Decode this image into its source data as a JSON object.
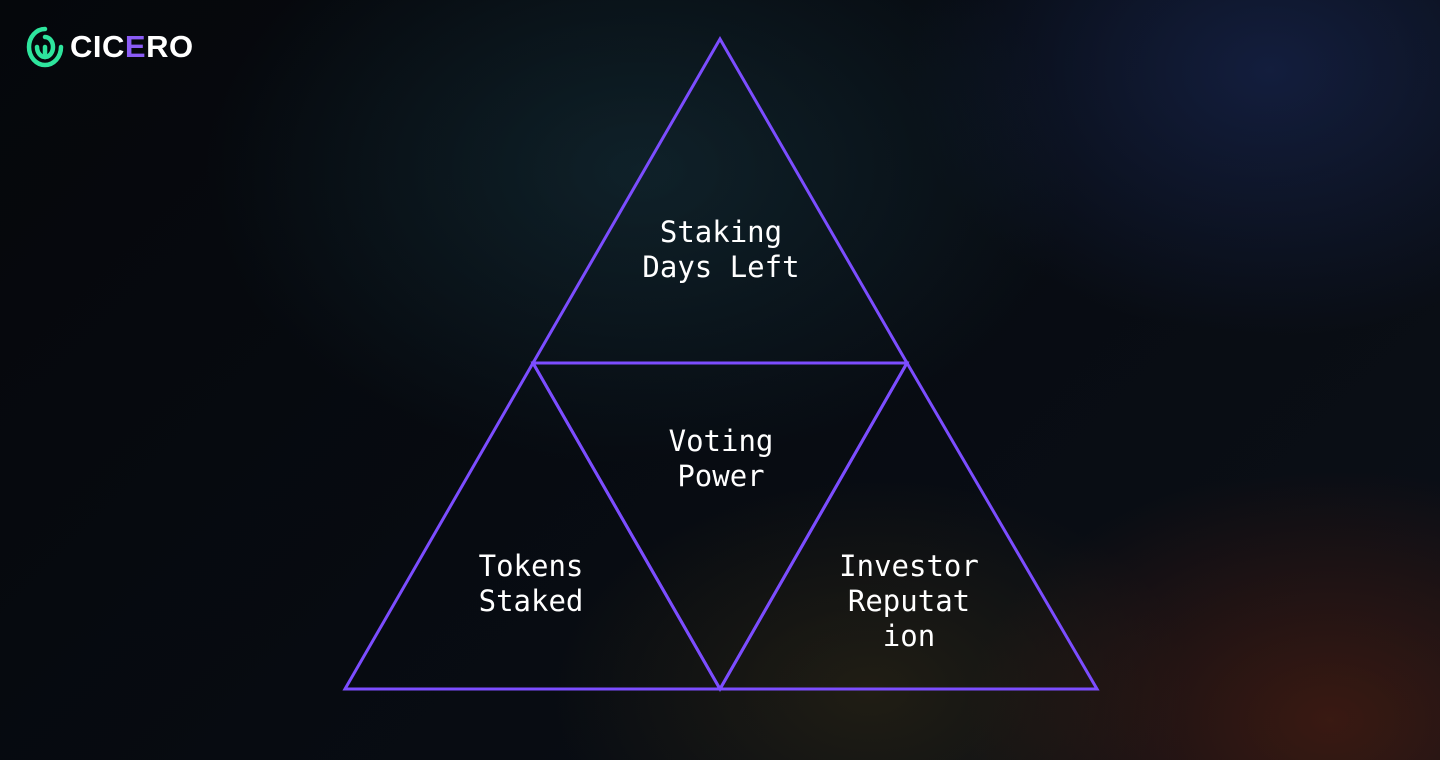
{
  "brand": {
    "name_part1": "CIC",
    "name_accent": "E",
    "name_part2": "RO",
    "logo_icon": "cicero-spiral-icon",
    "colors": {
      "logo_green": "#2ee59d",
      "accent_purple": "#8b5cf6",
      "line_purple": "#7c4dff"
    }
  },
  "diagram": {
    "top_segment": "Staking\nDays Left",
    "center_segment": "Voting\nPower",
    "left_segment": "Tokens\nStaked",
    "right_segment": "Investor\nReputat\nion"
  }
}
